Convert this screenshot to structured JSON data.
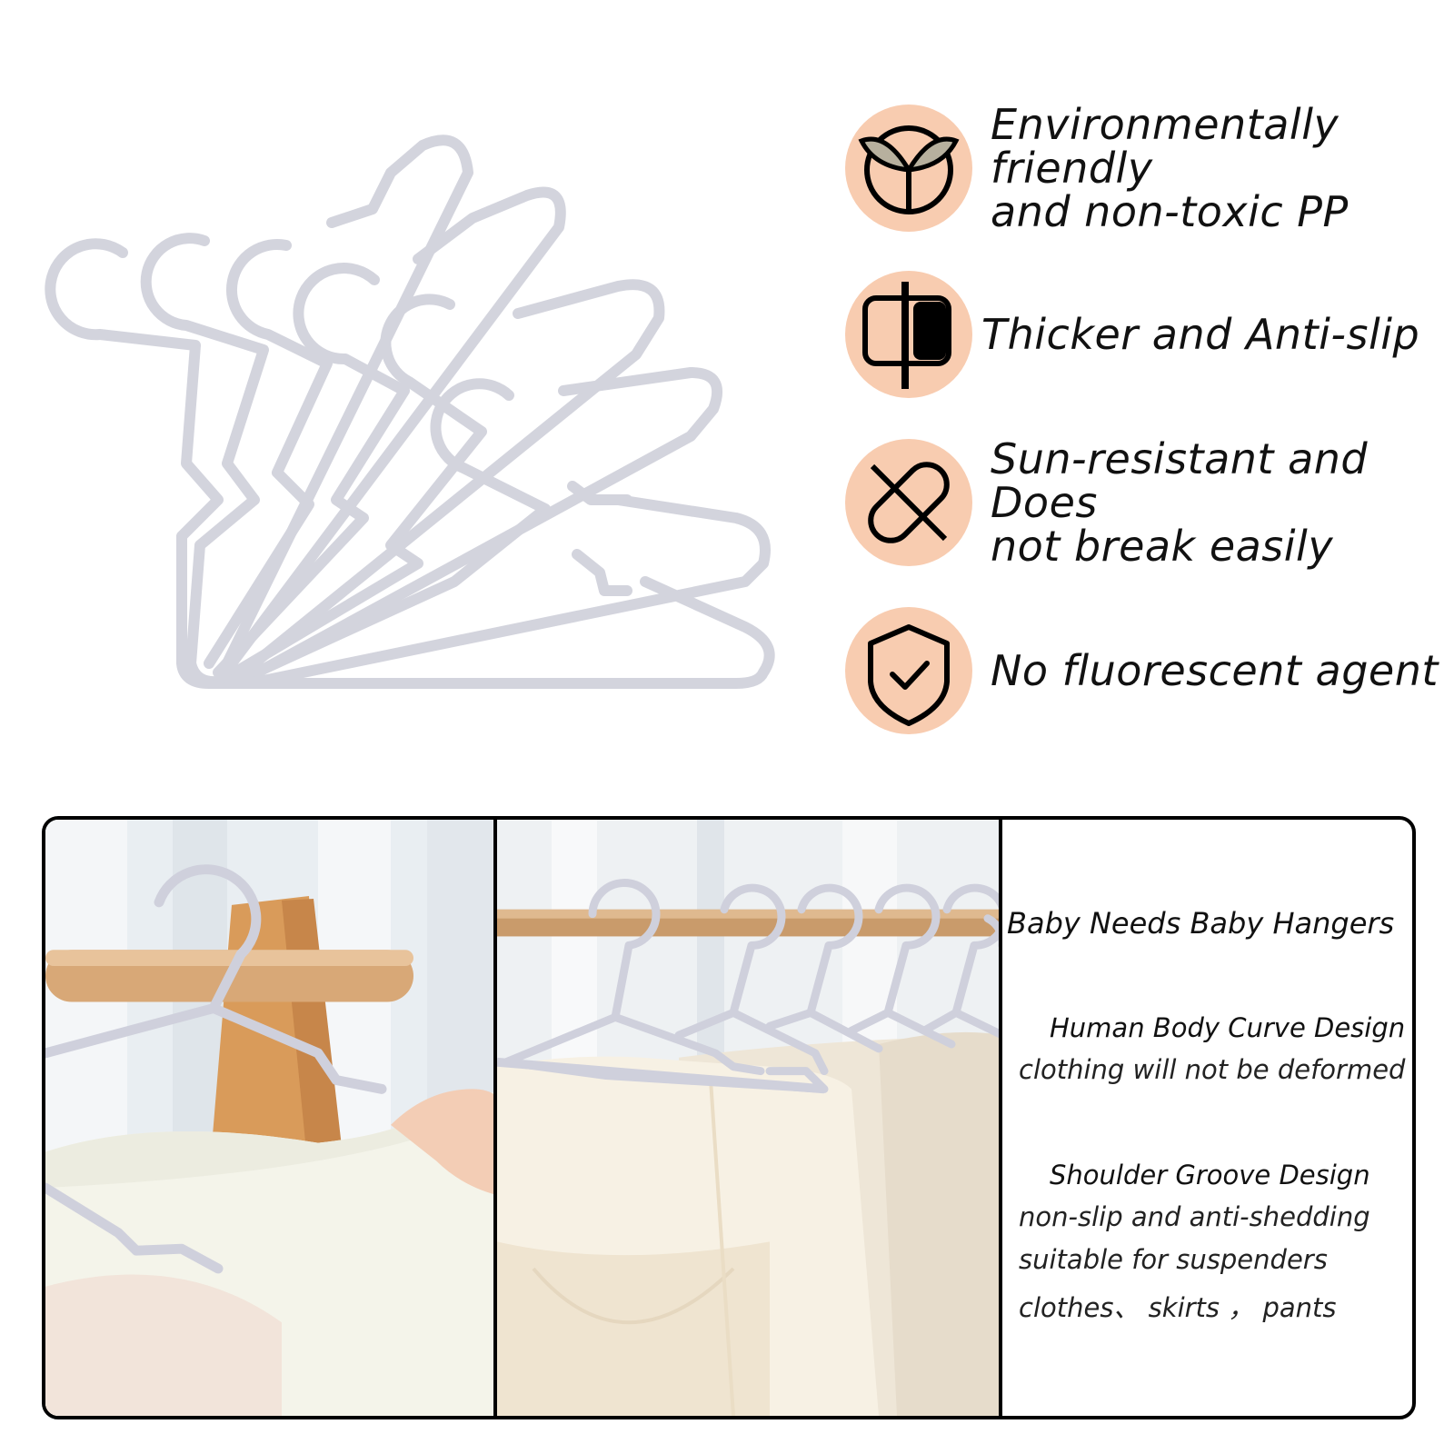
{
  "accent_color": "#f8ccb0",
  "hanger_color": "#d3d4dd",
  "hanger_fan": {
    "count": 7,
    "icon": "kids-hanger-icon"
  },
  "features": [
    {
      "icon": "eco-leaf-icon",
      "label": "Environmentally friendly\nand non-toxic PP"
    },
    {
      "icon": "thick-bar-icon",
      "label": "Thicker and Anti-slip"
    },
    {
      "icon": "unbroken-capsule-icon",
      "label": "Sun-resistant and Does\nnot break easily"
    },
    {
      "icon": "shield-check-icon",
      "label": "No fluorescent agent"
    }
  ],
  "photos": [
    {
      "icon": "hanger-on-wooden-rack-photo"
    },
    {
      "icon": "clothes-on-rail-photo"
    }
  ],
  "info_panel": {
    "title": "Baby Needs Baby Hangers",
    "section1_title": "Human Body Curve Design",
    "section1_lines": [
      "clothing will not be deformed"
    ],
    "section2_title": "Shoulder Groove Design",
    "section2_lines": [
      "non-slip and anti-shedding",
      "suitable for suspenders",
      "clothes、 skirts ， pants"
    ]
  }
}
